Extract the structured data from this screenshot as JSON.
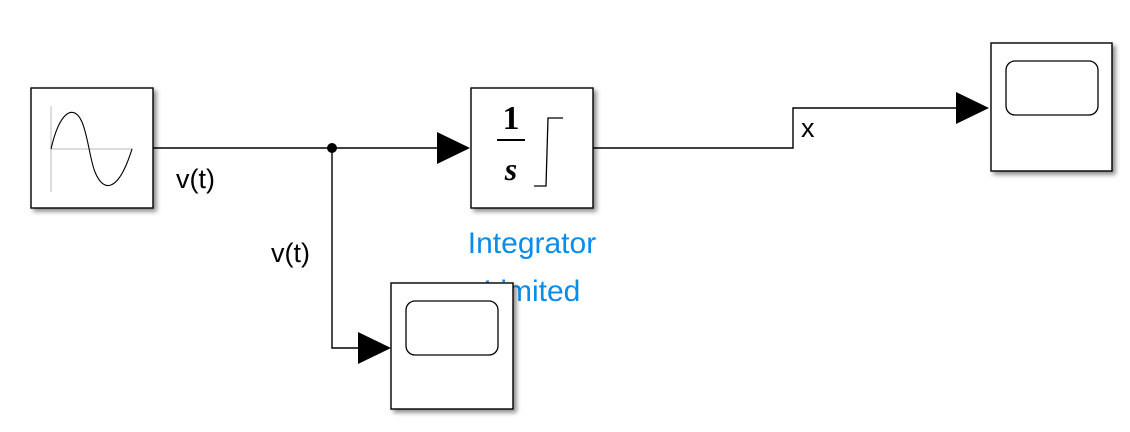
{
  "diagram": {
    "signal_labels": {
      "main_signal": "v(t)",
      "branch_signal": "v(t)",
      "output_signal": "x"
    },
    "integrator": {
      "numerator": "1",
      "denominator": "s",
      "name_line1": "Integrator",
      "name_line2": "Limited",
      "name_color": "#0b8ce9"
    },
    "blocks": [
      "sine-wave-source",
      "integrator-limited",
      "scope-output",
      "scope-input"
    ]
  }
}
